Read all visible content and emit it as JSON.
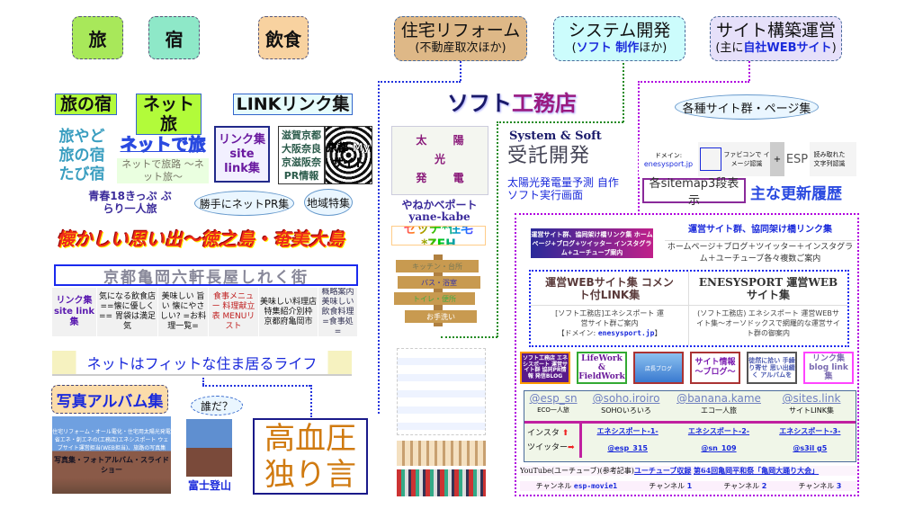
{
  "categories": [
    {
      "label": "旅",
      "color": "#a8e85a"
    },
    {
      "label": "宿",
      "color": "#8ee8c8"
    },
    {
      "label": "飲食",
      "color": "#f8d2a0"
    }
  ],
  "headers": [
    {
      "title": "住宅リフォーム",
      "sub": "(不動産取次ほか)",
      "color": "#deb887"
    },
    {
      "title": "システム開発",
      "sub_pre": "(",
      "sub_em": "ソフト 制作",
      "sub_post": "ほか)",
      "color": "#ccfcfc"
    },
    {
      "title": "サイト構築運営",
      "sub_pre": "(主に",
      "sub_em": "自社WEBサイト",
      "sub_post": ")",
      "color": "#e6e0fa"
    }
  ],
  "travel": {
    "labels": [
      "旅の宿",
      "ネット旅",
      "LINKリンク集"
    ],
    "tabiyado": "旅やど 旅の宿 たび宿",
    "net_de_tabi": "ネットで旅",
    "net_de_tabiji": "ネットで旅路 〜ネット旅〜",
    "link_site": "リンク集 site link集",
    "shiga": "滋賀京都 大阪奈良 京滋阪奈 PR情報",
    "kyoto_my": "京都 My サイト",
    "seishun": "青春18きっぷ ぶらり一人旅",
    "katte_pr": "勝手にネットPR集",
    "chiiki": "地域特集",
    "natsukashii": "懐かしい思い出〜徳之島・奄美大島"
  },
  "food": {
    "banner": "京都亀岡六軒長屋しれく街",
    "cells": [
      "リンク集 site link集",
      "気になる飲食店 ==懐に優しく== 胃袋は満足気",
      "美味しい 旨い 懐にやさしい? =お料理一覧=",
      "食事メニュー 料理献立表 MENUリスト",
      "美味しい料理店 特集紹介別枠 京都府亀岡市",
      "概略案内 美味しい 飲食料理 =食事処="
    ]
  },
  "sumai": "ネットはフィットな住ま居るライフ",
  "album": {
    "title": "写真アルバム集",
    "photo_text": "住宅リフォーム・オール電化・住宅用太陽光発電 省エネ・創エネの(工務店)エネシスポート ウェブサイト運営担当(WEB担当)、旅路の写真集",
    "photo_caption": "写真集・フォトアルバム・スライドショー",
    "bubble": "誰だ？",
    "fuji": "富士登山",
    "kouketsuatsu": "高血圧 独り言"
  },
  "soft": {
    "title_a": "ソフト",
    "title_b": "工務店",
    "solar_chars": [
      "太",
      "陽",
      "光",
      "発",
      "光",
      "電"
    ],
    "yanekabe_jp": "やねかべポート",
    "yanekabe_en": "yane-kabe",
    "zeh": "ゼッチ*住宅*ZEH",
    "signs": [
      "キッチン・台所",
      "バス・浴室",
      "トイレ・便所",
      "お手洗い"
    ]
  },
  "system": {
    "sys_soft": "System & Soft",
    "jutaku": "受託開発",
    "solar": "太陽光発電量予測 自作ソフト実行画面"
  },
  "sites": {
    "bubble": "各種サイト群・ページ集",
    "domain_label": "ドメイン:",
    "domain": "enesysport.jp",
    "favicon": "ファビコンで イメージ認識",
    "plus": "+",
    "esp": "ESP",
    "yomitori": "読み取れた 文字列認識",
    "sitemap": "各sitemap3段表示",
    "updates": "主な更新履歴",
    "kyodo_banner": "運営サイト群、協同架け橋リンク集 ホームページ+ブログ+ツイッター インスタグラム+ユーチューブ案内",
    "kyodo_title": "運営サイト群、協同架け橋リンク集",
    "kyodo_desc": "ホームページ＋ブログ＋ツイッター＋インスタグラム＋ユーチューブ各々複数ご案内",
    "web_title": "運営WEBサイト集 コメント付LINK集",
    "ene_title": "ENESYSPORT 運営WEBサイト集",
    "web_desc": "[ソフト工務店]エネシスポート 運営サイト群ご案内",
    "web_domain_pre": "【ドメイン: ",
    "web_domain": "enesysport.jp",
    "web_domain_post": "】",
    "ene_desc": "(ソフト工務店) エネシスポート 運営WEBサイト集〜オーソドックスで網羅的な運営サイト群の御案内",
    "blogs": [
      "ソフト工務店 エネシスポート 運営サイト群 協同PR情報 発信BLOG",
      "LifeWork & FieldWork",
      "店長ブログ",
      "サイト情報 〜ブログ〜",
      "徒然に拾い 手繰り寄せ 思い出綴く アルバムを",
      "リンク集 blog link集"
    ],
    "twitter_handles": [
      "@esp_sn",
      "@soho.iroiro",
      "@banana.kame",
      "@sites.link"
    ],
    "twitter_names": [
      "ECO一人旅",
      "SOHOいろいろ",
      "エコ一人旅",
      "サイトLINK集"
    ],
    "insta_label": "インスタ",
    "twitter_label": "ツイッター",
    "insta": [
      "エネシスポート-1-",
      "エネシスポート-2-",
      "エネシスポート-3-"
    ],
    "tw_ids": [
      "@esp_315",
      "@sn_109",
      "@s3il g5"
    ],
    "youtube_pre": "YouTube(ユーチューブ)(参考記事)",
    "youtube_link1": "ユーチューブ収録",
    "youtube_link2": "第64回亀岡平和祭「亀岡大踊り大会」",
    "channels": [
      {
        "label": "チャンネル",
        "id": "esp-movie1"
      },
      {
        "label": "チャンネル",
        "id": "1"
      },
      {
        "label": "チャンネル",
        "id": "2"
      },
      {
        "label": "チャンネル",
        "id": "3"
      }
    ]
  },
  "colors": {
    "blue_line": "#2233dd",
    "green_line": "#228b22",
    "purple_line": "#b000e0"
  }
}
